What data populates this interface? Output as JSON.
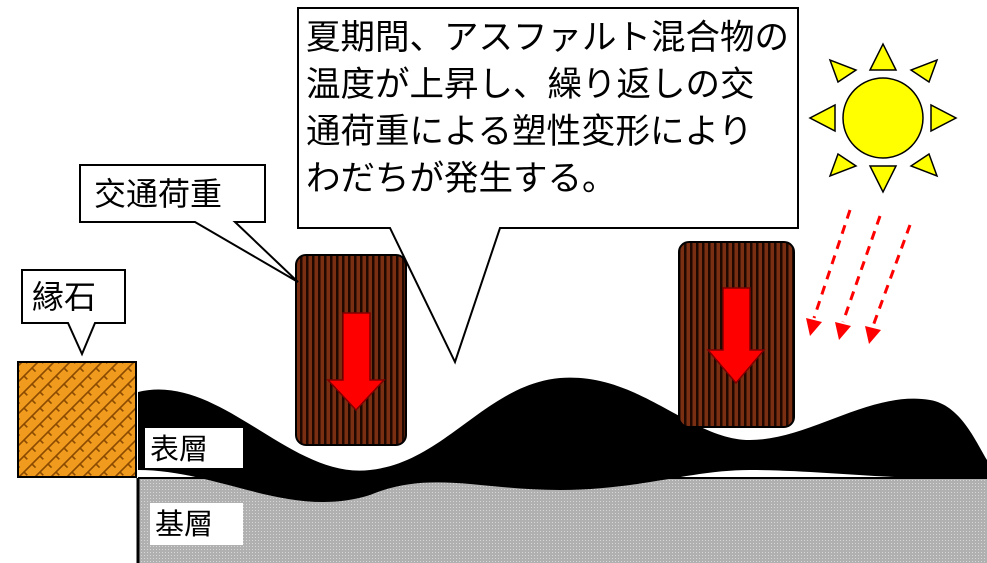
{
  "callout_main": {
    "lines": [
      "夏期間、アスファルト混合物の",
      "温度が上昇し、繰り返しの交",
      "通荷重による塑性変形により",
      "わだちが発生する。"
    ]
  },
  "callout_load": {
    "text": "交通荷重"
  },
  "callout_curb": {
    "text": "縁石"
  },
  "layers": {
    "surface": "表層",
    "base": "基層"
  },
  "colors": {
    "curb_fill": "#f09a1e",
    "tire_fill": "#6e2a10",
    "tire_stripe": "#1a0600",
    "load_arrow": "#ff0000",
    "sun_fill": "#ffff00",
    "heat_arrow": "#ff0000",
    "surface_layer": "#000000",
    "base_layer": "#b3b3b3"
  },
  "icons": {
    "sun": "sun-icon",
    "load_arrow": "arrow-down-icon",
    "heat_rays": "dashed-arrow-icon"
  }
}
